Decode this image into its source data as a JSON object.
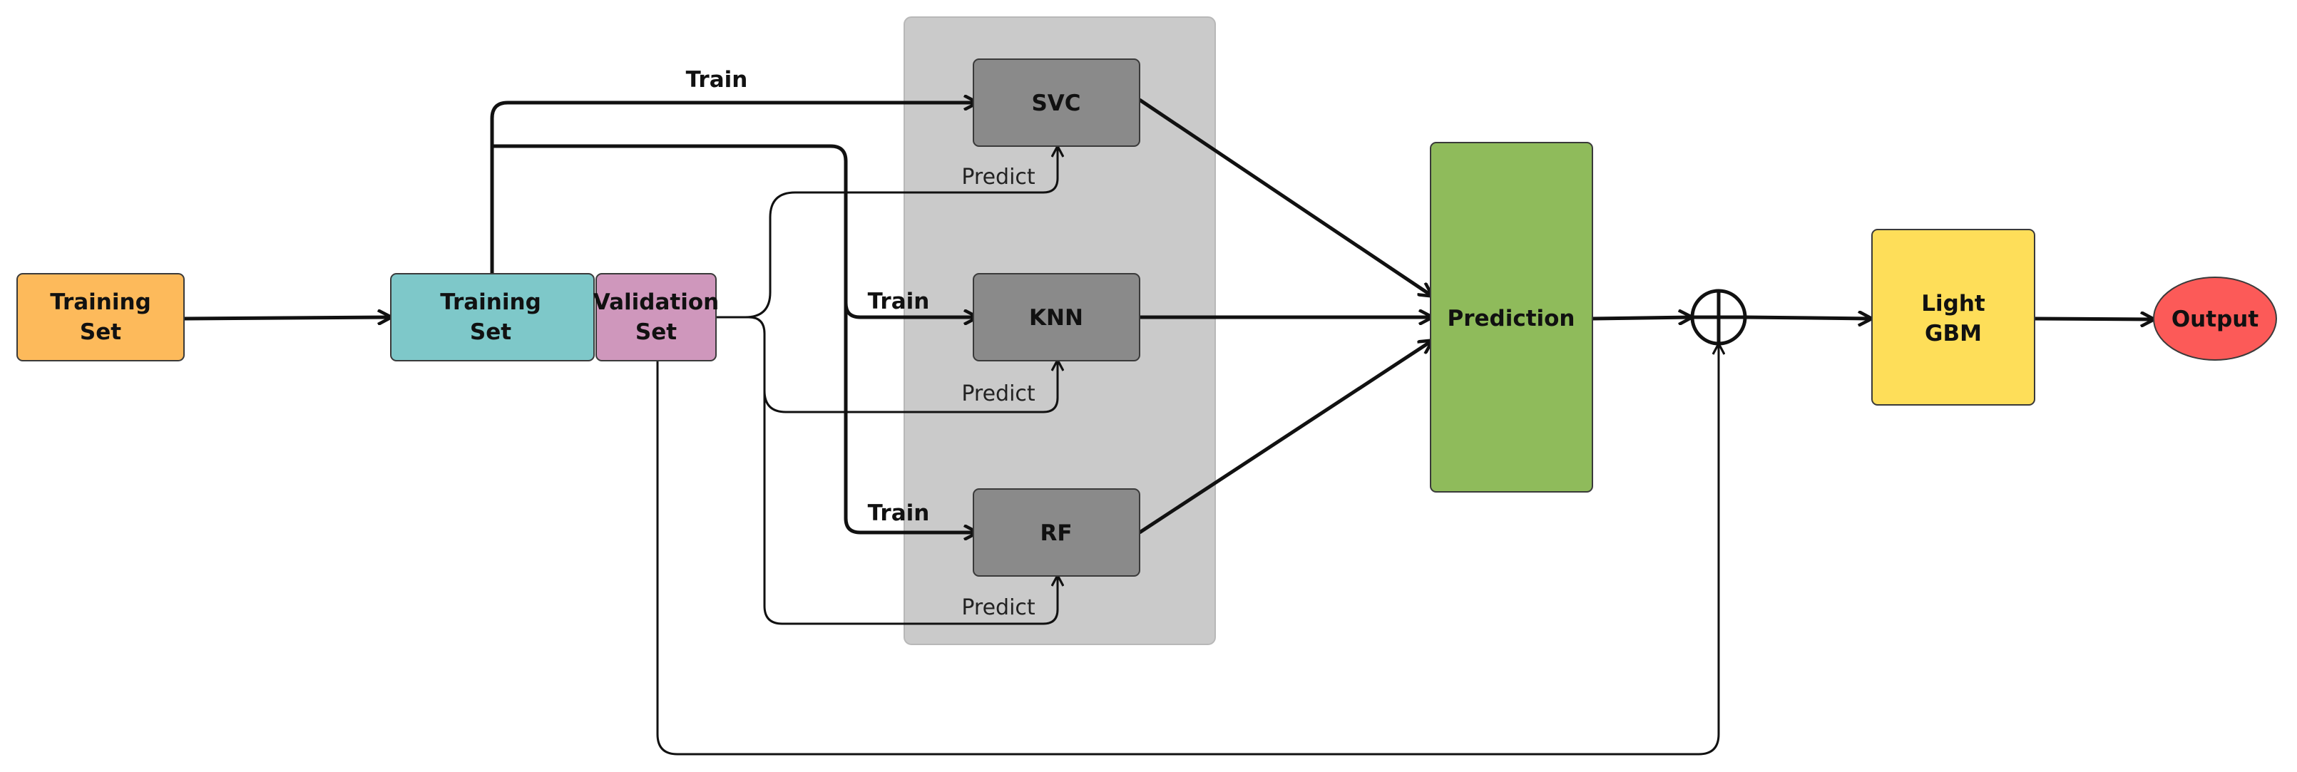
{
  "nodes": {
    "input_training_set": {
      "line1": "Training",
      "line2": "Set",
      "color": "#FDBA5B"
    },
    "split_training_set": {
      "line1": "Training",
      "line2": "Set",
      "color": "#7EC8C9"
    },
    "validation_set": {
      "line1": "Validation",
      "line2": "Set",
      "color": "#CF97BC"
    },
    "svc": {
      "label": "SVC",
      "color": "#8A8A8A"
    },
    "knn": {
      "label": "KNN",
      "color": "#8A8A8A"
    },
    "rf": {
      "label": "RF",
      "color": "#8A8A8A"
    },
    "prediction": {
      "label": "Prediction",
      "color": "#8FBB5B"
    },
    "light_gbm": {
      "line1": "Light",
      "line2": "GBM",
      "color": "#FEDE59"
    },
    "output": {
      "label": "Output",
      "color": "#FC5A58"
    }
  },
  "models_group": {
    "color": "#CACACA"
  },
  "edge_labels": {
    "train_svc": "Train",
    "train_knn": "Train",
    "train_rf": "Train",
    "predict_svc": "Predict",
    "predict_knn": "Predict",
    "predict_rf": "Predict"
  },
  "combine_symbol": "circle-plus"
}
